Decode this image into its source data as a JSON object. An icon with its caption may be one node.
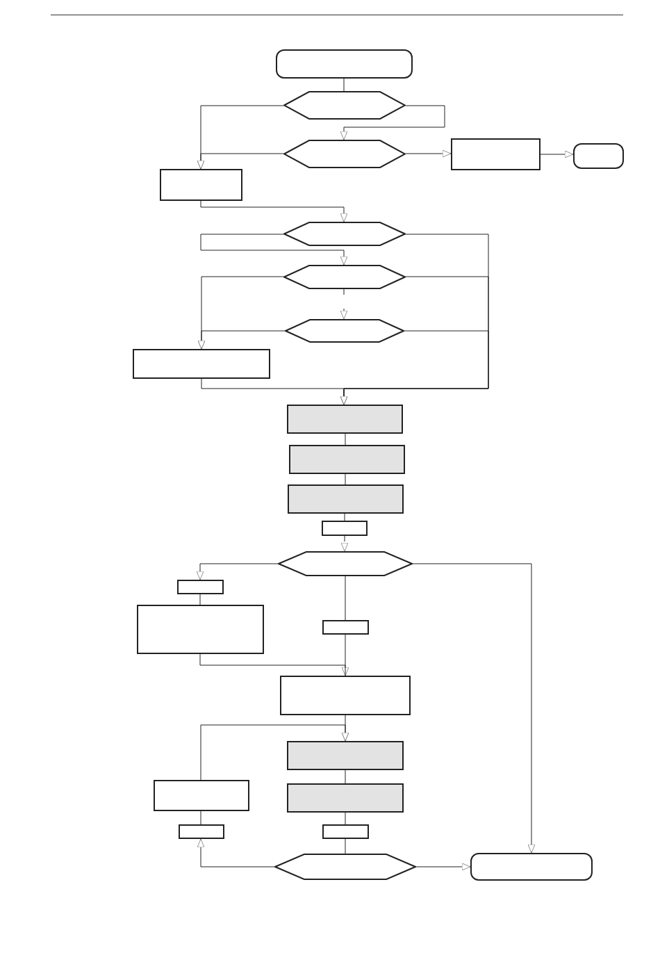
{
  "diagram": {
    "nodes": [
      {
        "text": [],
        "shape": "rounded"
      },
      {
        "text": [],
        "shape": "hexagon"
      },
      {
        "text": [],
        "shape": "hexagon"
      },
      {
        "text": [],
        "shape": "box"
      },
      {
        "text": [],
        "shape": "rounded"
      },
      {
        "text": [],
        "shape": "box"
      },
      {
        "text": [],
        "shape": "hexagon"
      },
      {
        "text": [],
        "shape": "hexagon"
      },
      {
        "text": [],
        "shape": "hexagon"
      },
      {
        "text": [],
        "shape": "box"
      },
      {
        "text": [],
        "shape": "box"
      },
      {
        "text": [],
        "shape": "box"
      },
      {
        "text": [],
        "shape": "box"
      },
      {
        "text": [],
        "shape": "box"
      },
      {
        "text": [],
        "shape": "hexagon"
      },
      {
        "text": [],
        "shape": "box"
      },
      {
        "text": [],
        "shape": "box"
      },
      {
        "text": [],
        "shape": "box"
      },
      {
        "text": [],
        "shape": "box"
      },
      {
        "text": [],
        "shape": "box"
      },
      {
        "text": [],
        "shape": "box"
      },
      {
        "text": [],
        "shape": "box"
      },
      {
        "text": [],
        "shape": "box"
      },
      {
        "text": [],
        "shape": "box"
      },
      {
        "text": [],
        "shape": "hexagon"
      },
      {
        "text": [],
        "shape": "rounded"
      }
    ],
    "edges": [
      {
        "from": 0,
        "to": 1,
        "arrow": "none"
      },
      {
        "from": 1,
        "to": 5,
        "arrow": "to"
      },
      {
        "from": 1,
        "to": 2,
        "arrow": "to"
      },
      {
        "from": 2,
        "to": 5,
        "arrow": "to"
      },
      {
        "from": 2,
        "to": 3,
        "arrow": "to"
      },
      {
        "from": 3,
        "to": 4,
        "arrow": "to"
      },
      {
        "from": 5,
        "to": 6,
        "arrow": "to"
      },
      {
        "from": 6,
        "to": 7,
        "arrow": "to"
      },
      {
        "from": 6,
        "to": 10,
        "arrow": "to"
      },
      {
        "from": 7,
        "to": 10,
        "arrow": "to"
      },
      {
        "from": 7,
        "to": 9,
        "arrow": "to"
      },
      {
        "from": 7,
        "to": 8,
        "arrow": "to",
        "style": "dashed"
      },
      {
        "from": 8,
        "to": 9,
        "arrow": "to"
      },
      {
        "from": 8,
        "to": 10,
        "arrow": "to"
      },
      {
        "from": 9,
        "to": 10,
        "arrow": "to"
      },
      {
        "from": 10,
        "to": 11,
        "arrow": "none"
      },
      {
        "from": 11,
        "to": 12,
        "arrow": "none"
      },
      {
        "from": 12,
        "to": 13,
        "arrow": "none"
      },
      {
        "from": 13,
        "to": 14,
        "arrow": "to",
        "style": "dashed"
      },
      {
        "from": 14,
        "to": 15,
        "arrow": "to"
      },
      {
        "from": 15,
        "to": 16,
        "arrow": "none"
      },
      {
        "from": 14,
        "to": 17,
        "arrow": "none"
      },
      {
        "from": 16,
        "to": 18,
        "arrow": "to"
      },
      {
        "from": 17,
        "to": 18,
        "arrow": "none"
      },
      {
        "from": 14,
        "to": 25,
        "arrow": "to"
      },
      {
        "from": 18,
        "to": 19,
        "arrow": "to"
      },
      {
        "from": 20,
        "to": 19,
        "arrow": "to"
      },
      {
        "from": 19,
        "to": 21,
        "arrow": "none"
      },
      {
        "from": 21,
        "to": 23,
        "arrow": "none"
      },
      {
        "from": 23,
        "to": 24,
        "arrow": "none"
      },
      {
        "from": 24,
        "to": 22,
        "arrow": "to"
      },
      {
        "from": 22,
        "to": 20,
        "arrow": "none"
      },
      {
        "from": 24,
        "to": 25,
        "arrow": "to"
      }
    ]
  }
}
